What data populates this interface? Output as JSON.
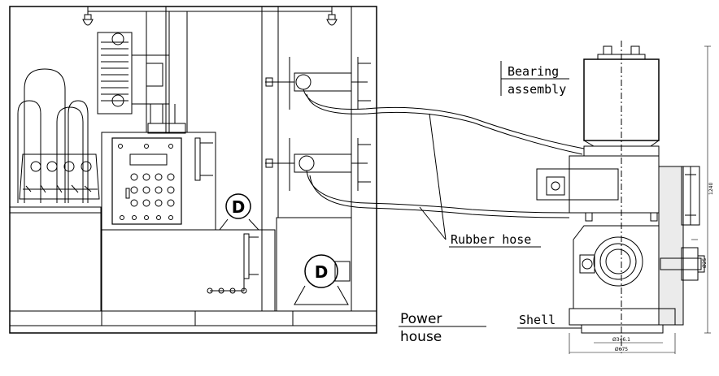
{
  "labels": {
    "bearing_line1": "Bearing",
    "bearing_line2": "assembly",
    "rubber_hose": "Rubber hose",
    "power_line1": "Power",
    "power_line2": "house",
    "shell": "Shell"
  },
  "motor_left": "D",
  "motor_right": "D",
  "dimensions": {
    "height": "1240",
    "dia_inner": "Ø346.1",
    "dia_outer": "Ø675",
    "side": "Ø25"
  }
}
